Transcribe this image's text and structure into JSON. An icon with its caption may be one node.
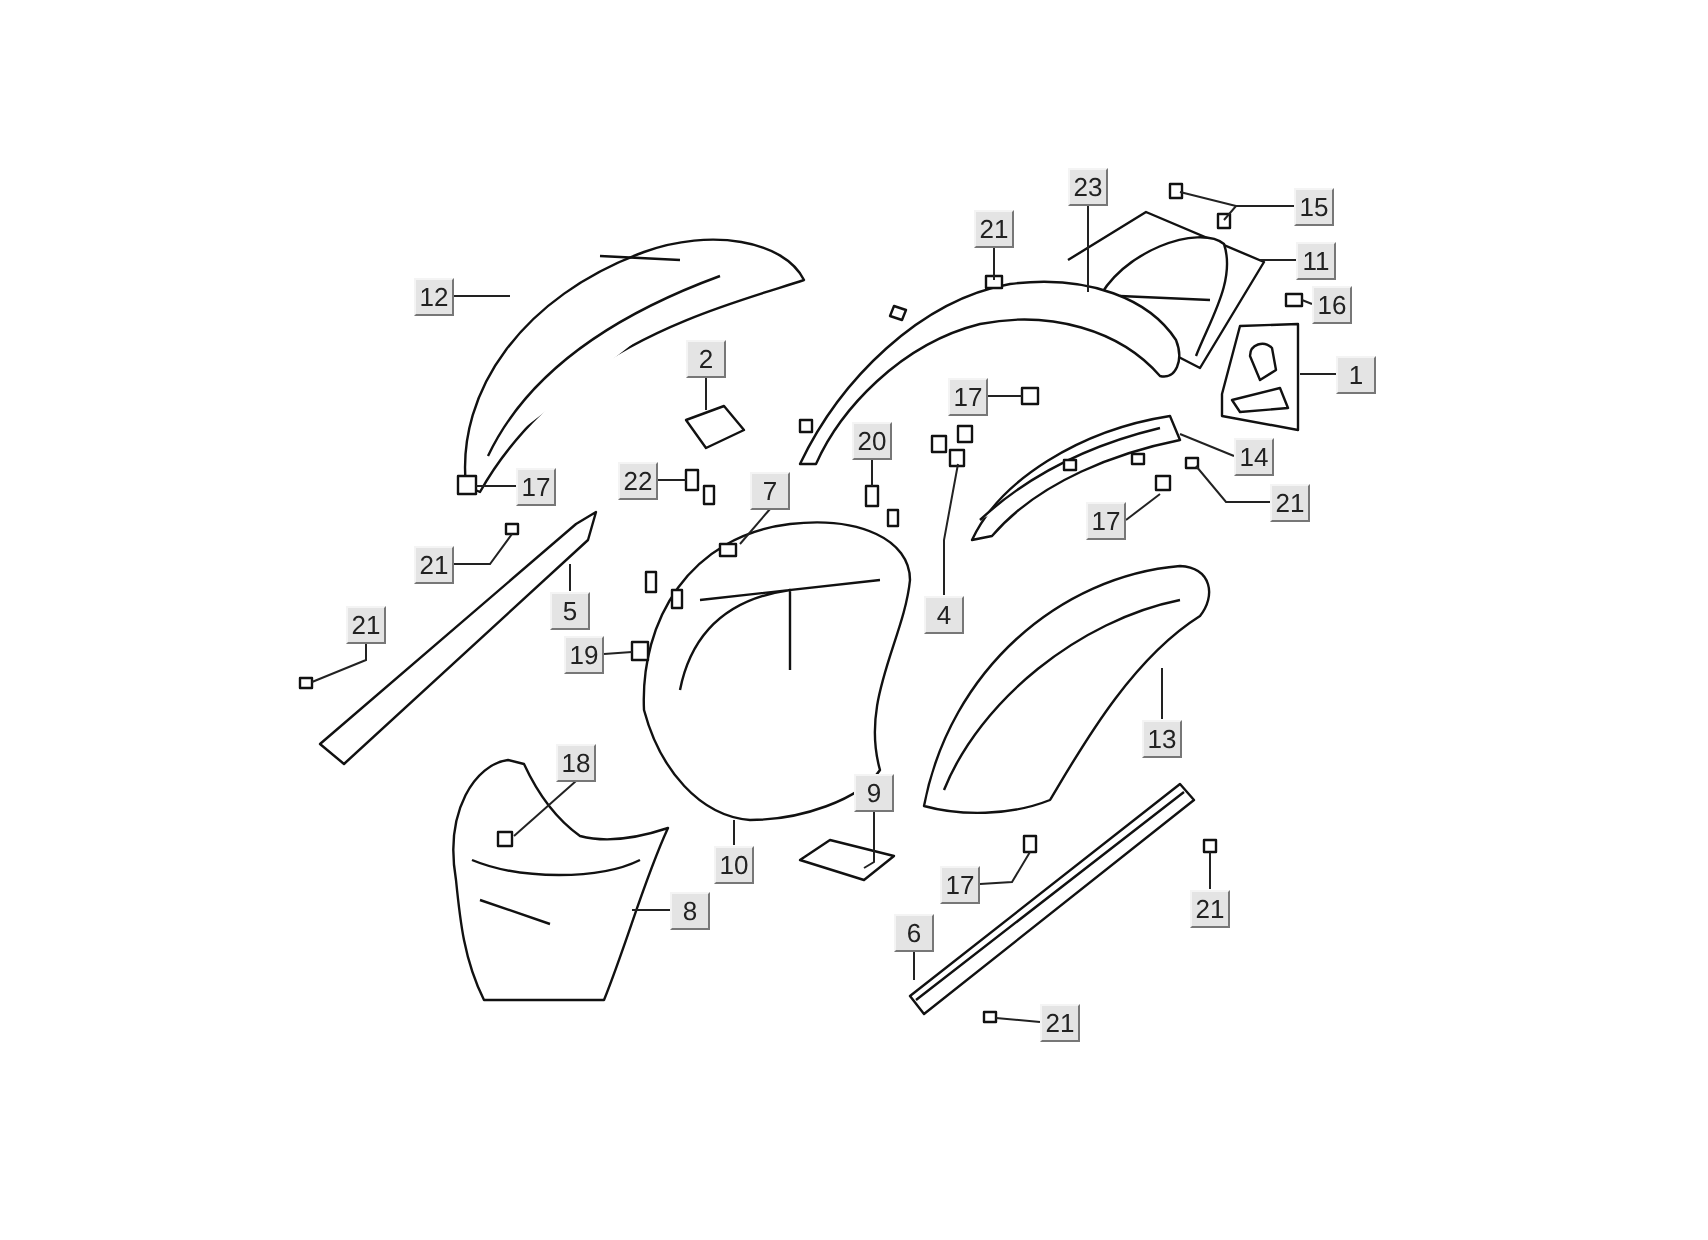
{
  "diagram": {
    "nodes": [
      {
        "text": [
          "23"
        ]
      },
      {
        "text": [
          "15"
        ]
      },
      {
        "text": [
          "21"
        ]
      },
      {
        "text": [
          "11"
        ]
      },
      {
        "text": [
          "12"
        ]
      },
      {
        "text": [
          "16"
        ]
      },
      {
        "text": [
          "2"
        ]
      },
      {
        "text": [
          "1"
        ]
      },
      {
        "text": [
          "17"
        ]
      },
      {
        "text": [
          "20"
        ]
      },
      {
        "text": [
          "14"
        ]
      },
      {
        "text": [
          "17"
        ]
      },
      {
        "text": [
          "22"
        ]
      },
      {
        "text": [
          "7"
        ]
      },
      {
        "text": [
          "21"
        ]
      },
      {
        "text": [
          "17"
        ]
      },
      {
        "text": [
          "21"
        ]
      },
      {
        "text": [
          "21"
        ]
      },
      {
        "text": [
          "5"
        ]
      },
      {
        "text": [
          "4"
        ]
      },
      {
        "text": [
          "19"
        ]
      },
      {
        "text": [
          "13"
        ]
      },
      {
        "text": [
          "18"
        ]
      },
      {
        "text": [
          "9"
        ]
      },
      {
        "text": [
          "10"
        ]
      },
      {
        "text": [
          "17"
        ]
      },
      {
        "text": [
          "21"
        ]
      },
      {
        "text": [
          "8"
        ]
      },
      {
        "text": [
          "6"
        ]
      },
      {
        "text": [
          "21"
        ]
      }
    ],
    "edges": [
      {
        "from": 0,
        "to": null,
        "arrow": "none"
      },
      {
        "from": 1,
        "to": null,
        "arrow": "none"
      },
      {
        "from": 1,
        "to": null,
        "arrow": "none"
      },
      {
        "from": 2,
        "to": null,
        "arrow": "none"
      },
      {
        "from": 3,
        "to": null,
        "arrow": "none"
      },
      {
        "from": 4,
        "to": null,
        "arrow": "none"
      },
      {
        "from": 5,
        "to": null,
        "arrow": "none"
      },
      {
        "from": 6,
        "to": null,
        "arrow": "none"
      },
      {
        "from": 7,
        "to": null,
        "arrow": "none"
      },
      {
        "from": 8,
        "to": null,
        "arrow": "none"
      },
      {
        "from": 9,
        "to": null,
        "arrow": "none"
      },
      {
        "from": 10,
        "to": null,
        "arrow": "none"
      },
      {
        "from": 11,
        "to": null,
        "arrow": "none"
      },
      {
        "from": 12,
        "to": null,
        "arrow": "none"
      },
      {
        "from": 13,
        "to": null,
        "arrow": "none"
      },
      {
        "from": 14,
        "to": null,
        "arrow": "none"
      },
      {
        "from": 15,
        "to": null,
        "arrow": "none"
      },
      {
        "from": 16,
        "to": null,
        "arrow": "none"
      },
      {
        "from": 17,
        "to": null,
        "arrow": "none"
      },
      {
        "from": 18,
        "to": null,
        "arrow": "none"
      },
      {
        "from": 19,
        "to": null,
        "arrow": "none"
      },
      {
        "from": 20,
        "to": null,
        "arrow": "none"
      },
      {
        "from": 21,
        "to": null,
        "arrow": "none"
      },
      {
        "from": 22,
        "to": null,
        "arrow": "none"
      },
      {
        "from": 23,
        "to": null,
        "arrow": "none"
      },
      {
        "from": 24,
        "to": null,
        "arrow": "none"
      },
      {
        "from": 25,
        "to": null,
        "arrow": "none"
      },
      {
        "from": 26,
        "to": null,
        "arrow": "none"
      },
      {
        "from": 27,
        "to": null,
        "arrow": "none"
      },
      {
        "from": 28,
        "to": null,
        "arrow": "none"
      },
      {
        "from": 29,
        "to": null,
        "arrow": "none"
      }
    ]
  }
}
